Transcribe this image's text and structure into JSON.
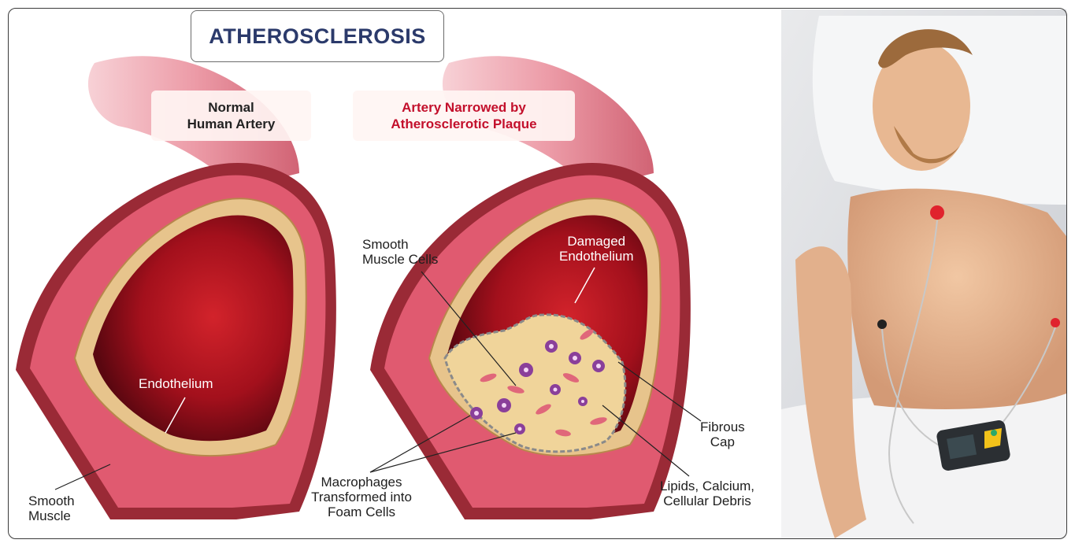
{
  "title": "ATHEROSCLEROSIS",
  "panels": {
    "normal": {
      "line1": "Normal",
      "line2": "Human Artery"
    },
    "narrowed": {
      "line1": "Artery Narrowed by",
      "line2": "Atherosclerotic Plaque"
    }
  },
  "labels": {
    "endothelium": "Endothelium",
    "smooth_muscle_1": "Smooth",
    "smooth_muscle_2": "Muscle",
    "smooth_muscle_cells_1": "Smooth",
    "smooth_muscle_cells_2": "Muscle Cells",
    "damaged_endothelium_1": "Damaged",
    "damaged_endothelium_2": "Endothelium",
    "fibrous_cap_1": "Fibrous",
    "fibrous_cap_2": "Cap",
    "macrophages_1": "Macrophages",
    "macrophages_2": "Transformed into",
    "macrophages_3": "Foam Cells",
    "lipids_1": "Lipids, Calcium,",
    "lipids_2": "Cellular Debris"
  },
  "colors": {
    "title": "#2b3a6b",
    "narrowed_label": "#c3102c",
    "artery_outer": "#9a2a36",
    "artery_wall": "#d9556a",
    "endothelium": "#e7c48c",
    "lumen": "#a3101c",
    "plaque": "#f0d49a",
    "foam_cell": "#8a3f9a"
  },
  "photo": {
    "subject": "man-sleeping-with-heart-monitor",
    "device_icon": "holter-monitor-icon"
  }
}
